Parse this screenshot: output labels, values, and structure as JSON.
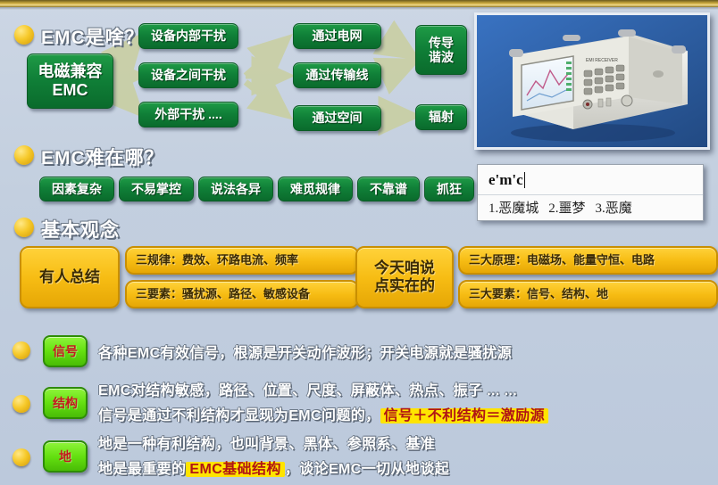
{
  "slide": {
    "background_color": "#c6d1e1",
    "accent_gold": "#f6c92a",
    "green": "#108038",
    "yellow": "#f7bd14"
  },
  "sections": [
    {
      "id": "what",
      "heading": "EMC是啥？"
    },
    {
      "id": "hard",
      "heading": "EMC难在哪？"
    },
    {
      "id": "basic",
      "heading": "基本观念"
    }
  ],
  "diagram": {
    "root": "电磁兼容\nEMC",
    "root_line1": "电磁兼容",
    "root_line2": "EMC",
    "col1": [
      "设备内部干扰",
      "设备之间干扰",
      "外部干扰 ...."
    ],
    "col2": [
      "通过电网",
      "通过传输线",
      "通过空间"
    ],
    "col3": [
      "传导\n谐波",
      "辐射"
    ],
    "col3_a_line1": "传导",
    "col3_a_line2": "谐波",
    "col3_b": "辐射"
  },
  "difficulty_tags": [
    "因素复杂",
    "不易掌控",
    "说法各异",
    "难觅规律",
    "不靠谱",
    "抓狂"
  ],
  "concepts": {
    "left_label": "有人总结",
    "left_rows": [
      "三规律：费效、环路电流、频率",
      "三要素：骚扰源、路径、敏感设备"
    ],
    "mid_label_line1": "今天咱说",
    "mid_label_line2": "点实在的",
    "right_rows": [
      "三大原理：电磁场、能量守恒、电路",
      "三大要素：信号、结构、地"
    ]
  },
  "points": [
    {
      "badge": "信号",
      "lines": [
        {
          "segments": [
            {
              "text": "各种EMC有效信号，根源是开关动作波形；开关电源就是骚扰源",
              "style": "normal"
            }
          ]
        }
      ]
    },
    {
      "badge": "结构",
      "lines": [
        {
          "segments": [
            {
              "text": "EMC对结构敏感，路径、位置、尺度、屏蔽体、热点、振子 ... ...",
              "style": "normal"
            }
          ]
        },
        {
          "segments": [
            {
              "text": "信号是通过不利结构才显现为EMC问题的，",
              "style": "normal"
            },
            {
              "text": "信号＋不利结构＝激励源",
              "style": "highlight"
            }
          ]
        }
      ]
    },
    {
      "badge": "地",
      "lines": [
        {
          "segments": [
            {
              "text": "地是一种有利结构，也叫背景、黑体、参照系、基准",
              "style": "normal"
            }
          ]
        },
        {
          "segments": [
            {
              "text": "地是最重要的",
              "style": "normal"
            },
            {
              "text": "EMC基础结构",
              "style": "highlight"
            },
            {
              "text": "，谈论EMC一切从地谈起",
              "style": "normal"
            }
          ]
        }
      ]
    }
  ],
  "ime": {
    "typed_text": "e'm'c",
    "candidates": [
      "1.恶魔城",
      "2.噩梦",
      "3.恶魔"
    ]
  },
  "photo": {
    "caption": "EMI test receiver instrument"
  }
}
